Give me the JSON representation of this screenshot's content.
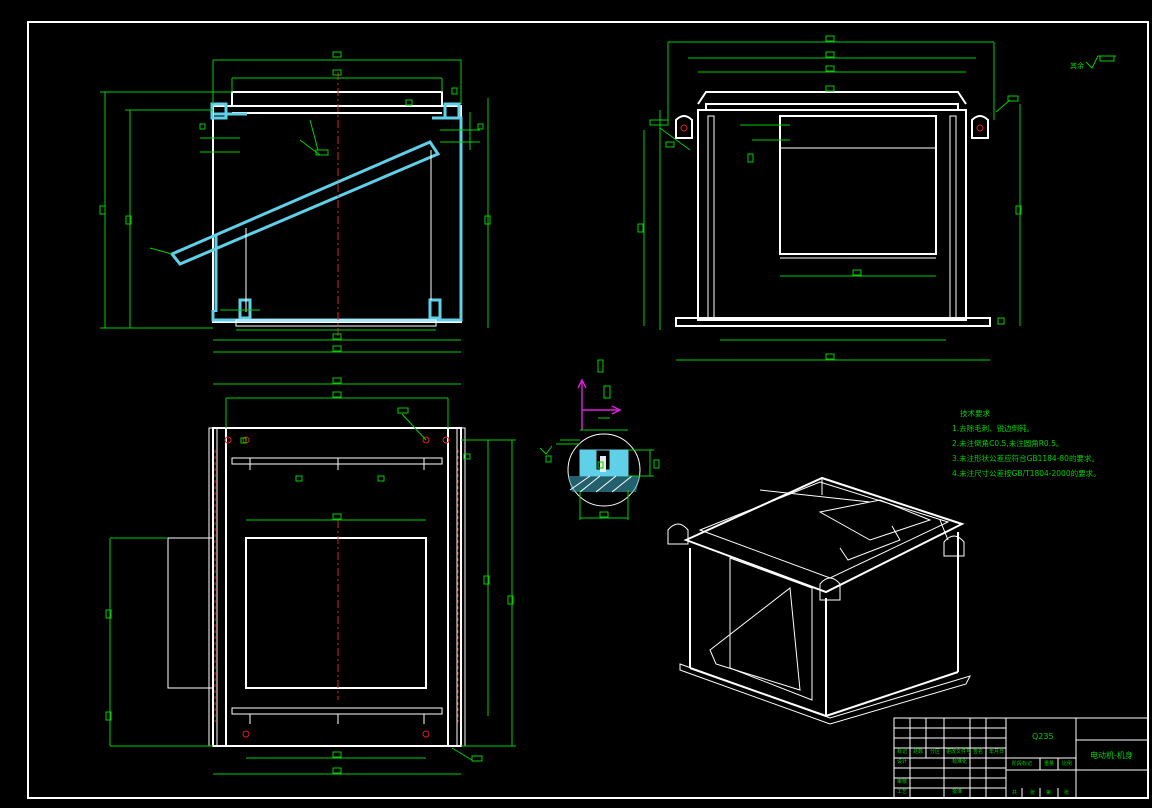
{
  "technical_notes": {
    "heading": "技术要求",
    "items": [
      "1.去除毛刺、锐边倒钝。",
      "2.未注倒角C0.5,未注圆角R0.5。",
      "3.未注形状公差应符合GB1184-80的要求。",
      "4.未注尺寸公差按GB/T1804-2000的要求。"
    ]
  },
  "surface_finish": {
    "mark": "其余"
  },
  "title_block": {
    "material": "Q235",
    "drawing_name": "电动机-机身",
    "row_labels": [
      "标记",
      "处数",
      "分区",
      "更改文件号",
      "签名",
      "年月日"
    ],
    "stage_labels": [
      "阶段标记",
      "重量",
      "比例"
    ],
    "design_label": "设计",
    "std_label": "标准化",
    "review_label": "审核",
    "process_label": "工艺",
    "approve_label": "批准",
    "sheet_labels": [
      "共",
      "张",
      "第",
      "张"
    ]
  }
}
